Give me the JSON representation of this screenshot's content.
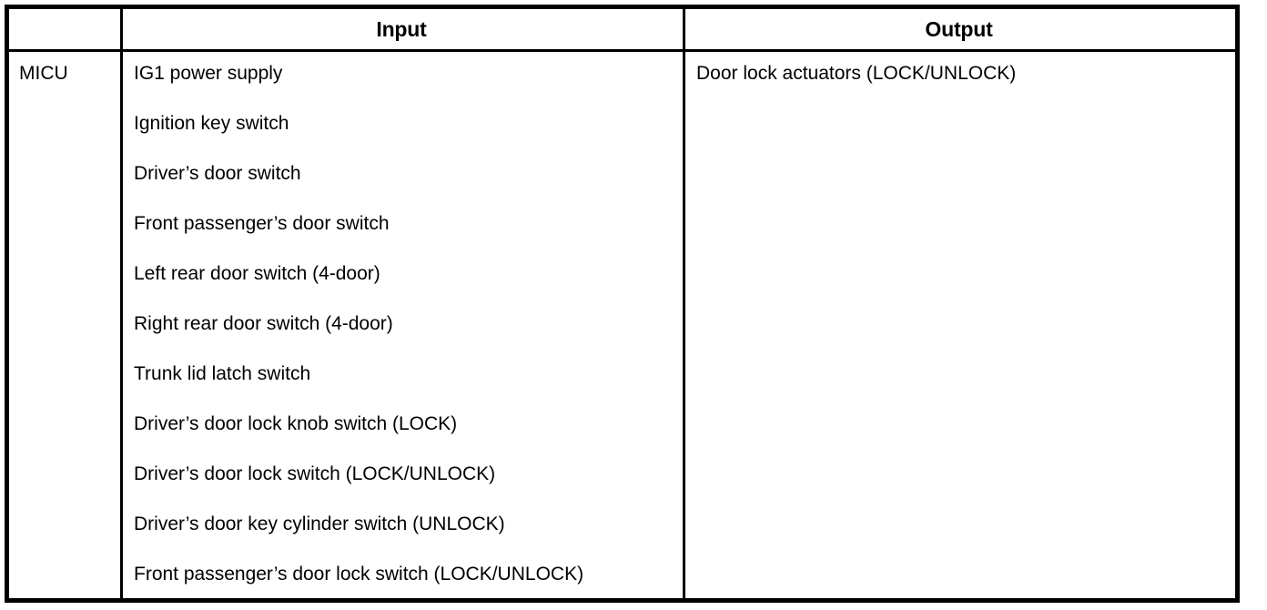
{
  "table": {
    "columns": [
      {
        "key": "module",
        "header": ""
      },
      {
        "key": "input",
        "header": "Input"
      },
      {
        "key": "output",
        "header": "Output"
      }
    ],
    "headers": {
      "blank": "",
      "input": "Input",
      "output": "Output"
    },
    "rows": [
      {
        "module": "MICU",
        "inputs": [
          "IG1 power supply",
          "Ignition key switch",
          "Driver’s door switch",
          "Front passenger’s door switch",
          "Left rear door switch (4-door)",
          "Right rear door switch (4-door)",
          "Trunk lid latch switch",
          "Driver’s door lock knob switch (LOCK)",
          "Driver’s door lock switch (LOCK/UNLOCK)",
          "Driver’s door key cylinder switch (UNLOCK)",
          "Front passenger’s door lock switch (LOCK/UNLOCK)"
        ],
        "outputs": [
          "Door lock actuators (LOCK/UNLOCK)"
        ]
      }
    ]
  },
  "colors": {
    "border": "#000000",
    "text": "#000000",
    "background": "#ffffff"
  }
}
